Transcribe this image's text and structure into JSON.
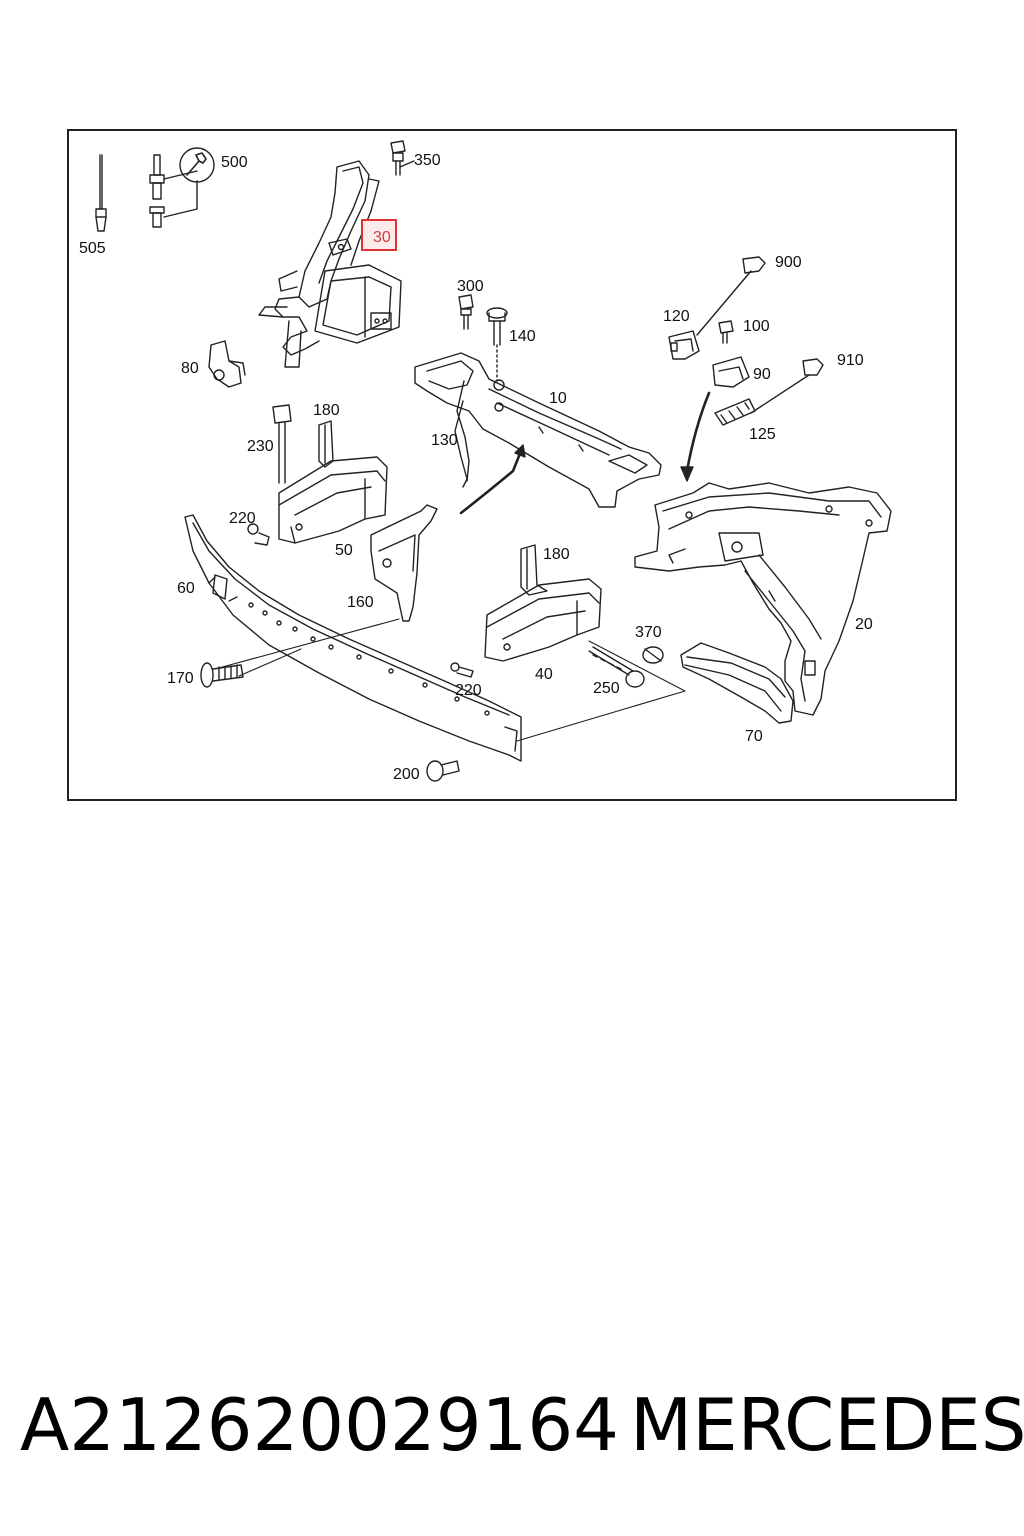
{
  "callouts": [
    {
      "id": "c505",
      "text": "505"
    },
    {
      "id": "c500",
      "text": "500"
    },
    {
      "id": "c350",
      "text": "350"
    },
    {
      "id": "c30",
      "text": "30"
    },
    {
      "id": "c900",
      "text": "900"
    },
    {
      "id": "c300",
      "text": "300"
    },
    {
      "id": "c140",
      "text": "140"
    },
    {
      "id": "c120",
      "text": "120"
    },
    {
      "id": "c100",
      "text": "100"
    },
    {
      "id": "c910",
      "text": "910"
    },
    {
      "id": "c80",
      "text": "80"
    },
    {
      "id": "c90",
      "text": "90"
    },
    {
      "id": "c10",
      "text": "10"
    },
    {
      "id": "c180a",
      "text": "180"
    },
    {
      "id": "c125",
      "text": "125"
    },
    {
      "id": "c230",
      "text": "230"
    },
    {
      "id": "c130",
      "text": "130"
    },
    {
      "id": "c220a",
      "text": "220"
    },
    {
      "id": "c50",
      "text": "50"
    },
    {
      "id": "c180b",
      "text": "180"
    },
    {
      "id": "c60",
      "text": "60"
    },
    {
      "id": "c160",
      "text": "160"
    },
    {
      "id": "c20",
      "text": "20"
    },
    {
      "id": "c370",
      "text": "370"
    },
    {
      "id": "c170",
      "text": "170"
    },
    {
      "id": "c40",
      "text": "40"
    },
    {
      "id": "c220b",
      "text": "220"
    },
    {
      "id": "c250",
      "text": "250"
    },
    {
      "id": "c70",
      "text": "70"
    },
    {
      "id": "c200",
      "text": "200"
    }
  ],
  "highlighted_callout": "30",
  "footer": {
    "part_number": "A212620029164",
    "brand": "MERCEDES"
  }
}
